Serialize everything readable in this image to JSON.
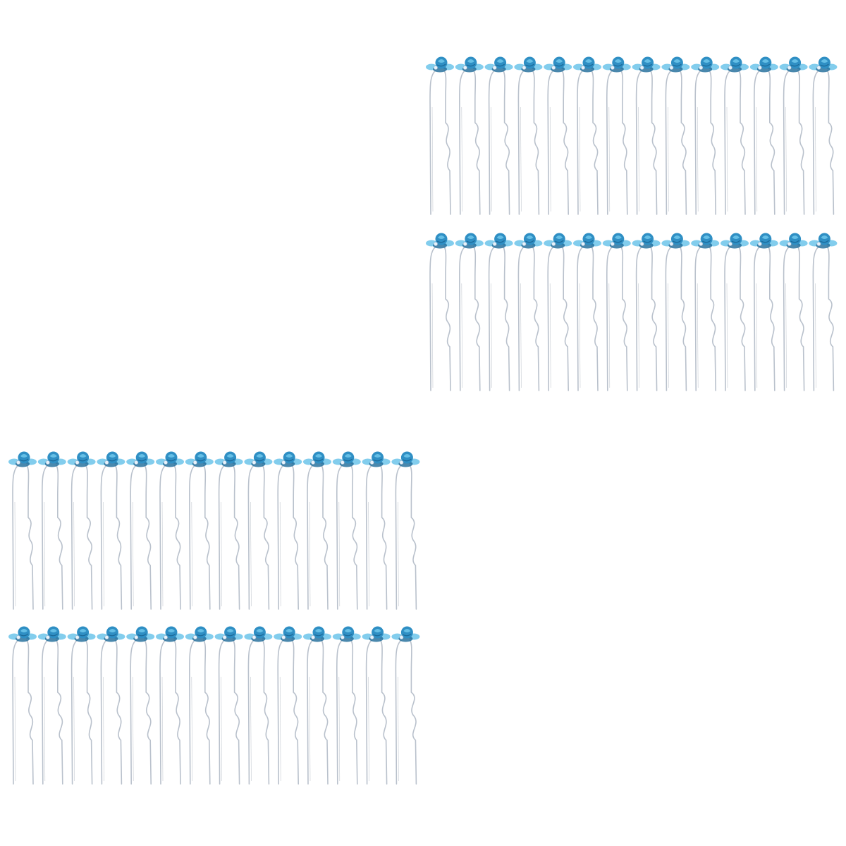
{
  "image": {
    "subject": "u-shaped-hair-pins",
    "background_color": "#ffffff",
    "pin_wire_color": "#b9c1cc",
    "pin_wire_shadow_color": "#8e98a6",
    "flower_color": "#2f8fc4",
    "flower_highlight_color": "#6cc4ea",
    "flower_dark_color": "#1d6a99",
    "rhinestone_color": "#e8f2fb",
    "groups": [
      {
        "name": "pin-group-top-right",
        "rows": 2,
        "pins_per_row": 14
      },
      {
        "name": "pin-group-bottom-left",
        "rows": 2,
        "pins_per_row": 14
      }
    ]
  }
}
